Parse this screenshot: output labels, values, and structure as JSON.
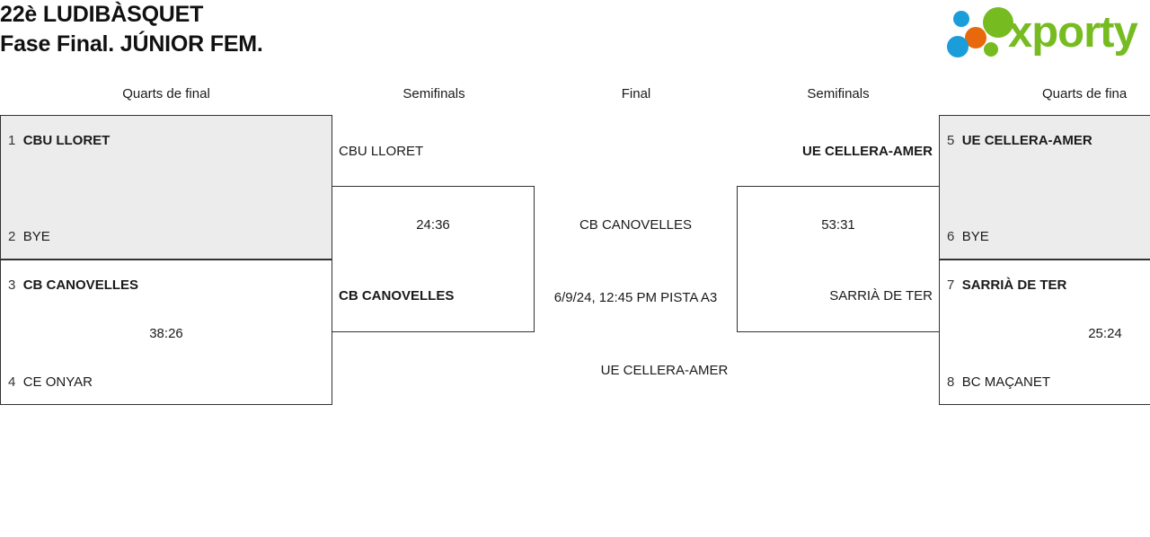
{
  "header": {
    "title_line1": "22è LUDIBÀSQUET",
    "title_line2": "Fase Final. JÚNIOR FEM.",
    "logo_text": "xporty",
    "logo_colors": {
      "green": "#76bc21",
      "orange": "#e8690b",
      "blue": "#1b9dd9"
    }
  },
  "columns": {
    "left_quarters": "Quarts de final",
    "left_semis": "Semifinals",
    "final": "Final",
    "right_semis": "Semifinals",
    "right_quarters": "Quarts de fina"
  },
  "bracket": {
    "left_quarterfinals": [
      {
        "top": {
          "seed": "1",
          "name": "CBU LLORET",
          "winner": true
        },
        "bottom": {
          "seed": "2",
          "name": "BYE",
          "winner": false
        },
        "score": "",
        "shaded": true
      },
      {
        "top": {
          "seed": "3",
          "name": "CB CANOVELLES",
          "winner": true
        },
        "bottom": {
          "seed": "4",
          "name": "CE ONYAR",
          "winner": false
        },
        "score": "38:26",
        "shaded": false
      }
    ],
    "left_semifinal": {
      "top": {
        "name": "CBU LLORET",
        "winner": false
      },
      "bottom": {
        "name": "CB CANOVELLES",
        "winner": true
      },
      "score": "24:36"
    },
    "final": {
      "top": {
        "name": "CB CANOVELLES",
        "winner": false
      },
      "bottom": {
        "name": "UE CELLERA-AMER",
        "winner": false
      },
      "schedule": "6/9/24, 12:45 PM PISTA A3"
    },
    "right_semifinal": {
      "top": {
        "name": "UE CELLERA-AMER",
        "winner": true
      },
      "bottom": {
        "name": "SARRIÀ DE TER",
        "winner": false
      },
      "score": "53:31"
    },
    "right_quarterfinals": [
      {
        "top": {
          "seed": "5",
          "name": "UE CELLERA-AMER",
          "winner": true
        },
        "bottom": {
          "seed": "6",
          "name": "BYE",
          "winner": false
        },
        "score": "",
        "shaded": true
      },
      {
        "top": {
          "seed": "7",
          "name": "SARRIÀ DE TER",
          "winner": true
        },
        "bottom": {
          "seed": "8",
          "name": "BC MAÇANET",
          "winner": false
        },
        "score": "25:24",
        "shaded": false
      }
    ]
  }
}
